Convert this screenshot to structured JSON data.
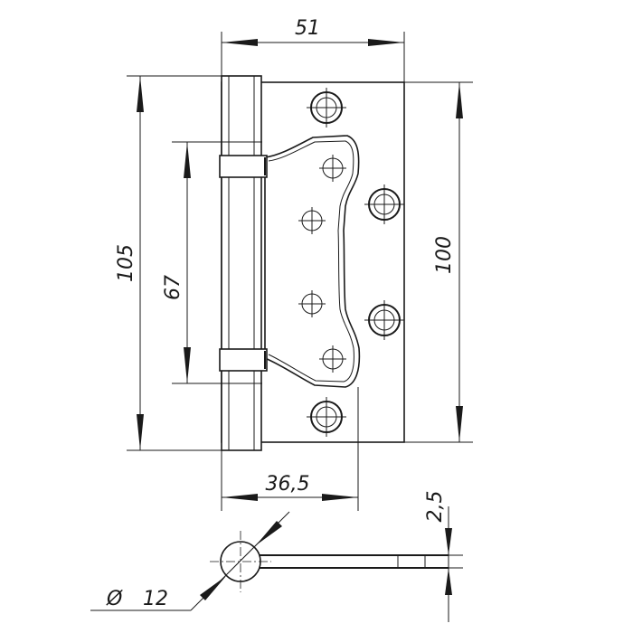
{
  "dimensions": {
    "overall_width": "51",
    "overall_height": "105",
    "leaf_height": "100",
    "inner_leaf_height": "67",
    "leaf_width": "36,5",
    "thickness": "2,5",
    "knuckle_diameter": "12"
  },
  "symbols": {
    "diameter": "Ø"
  }
}
